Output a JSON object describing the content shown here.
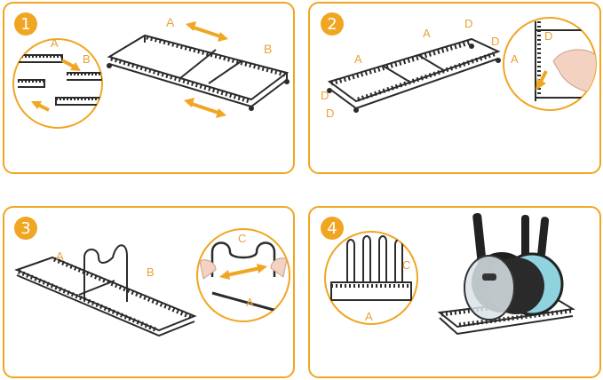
{
  "panels": [
    {
      "step": "1",
      "labels": {
        "a_inset": "A",
        "b_inset": "B",
        "a_main": "A",
        "b_main": "B"
      }
    },
    {
      "step": "2",
      "labels": {
        "a_left": "A",
        "a_mid": "A",
        "d_top": "D",
        "d_right": "D",
        "d_left1": "D",
        "d_left2": "D",
        "d_inset": "D",
        "a_inset": "A"
      }
    },
    {
      "step": "3",
      "labels": {
        "a_main": "A",
        "b_main": "B",
        "c_inset": "C",
        "a_inset": "A"
      }
    },
    {
      "step": "4",
      "labels": {
        "c_left": "C",
        "a_left": "A"
      }
    }
  ],
  "colors": {
    "accent": "#f0a622",
    "label": "#e8a236",
    "rack": "#2b2b2b",
    "pan_teal": "#8fd3df"
  },
  "icons": [
    "double-arrow-icon",
    "hand-icon"
  ]
}
